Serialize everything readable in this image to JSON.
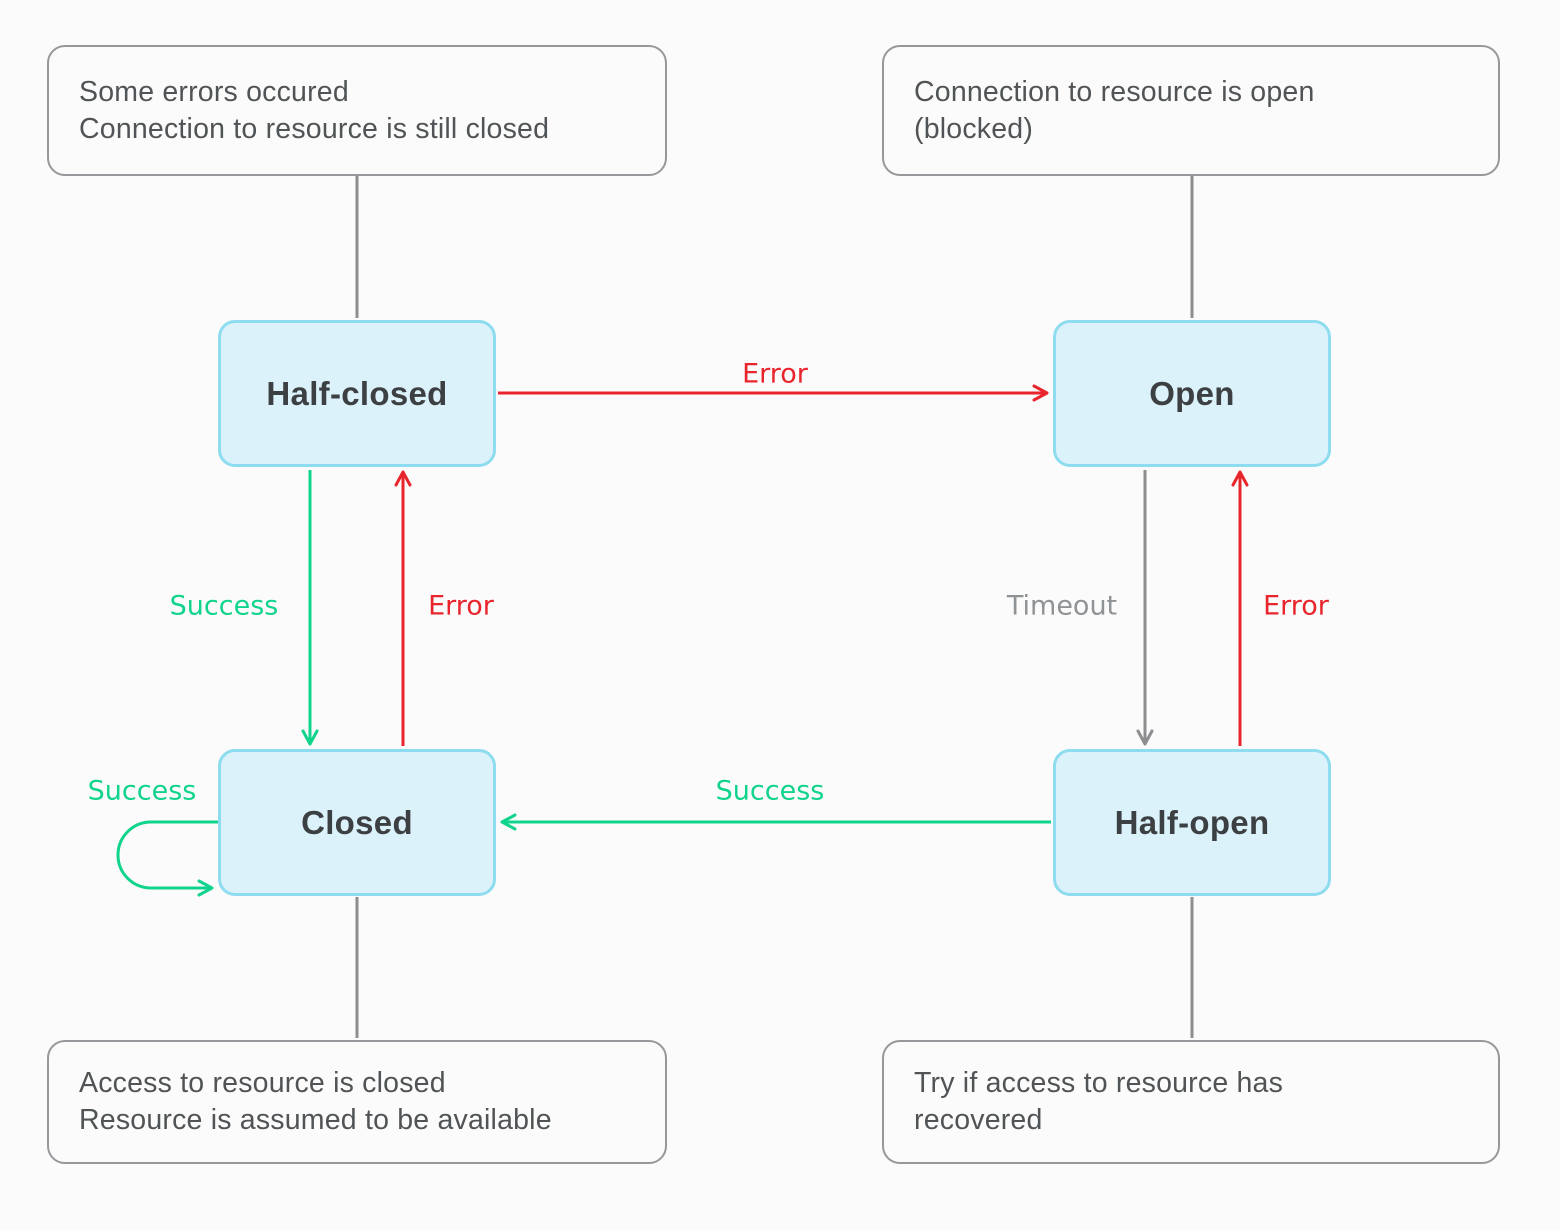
{
  "diagram": {
    "title_hint": "circuit-breaker-state-diagram",
    "colors": {
      "background": "#fbfbfb",
      "success_green": "#10d48c",
      "error_red": "#e8252c",
      "neutral_gray": "#8c8e90",
      "state_fill": "#dbf2fb",
      "state_border": "#8edcef",
      "state_text": "#3d4043",
      "note_border": "#96989b",
      "note_text": "#515456"
    },
    "notes": {
      "top_left": {
        "line1": "Some errors occured",
        "line2": "Connection to resource is still closed"
      },
      "top_right": {
        "line1": "Connection to resource is open",
        "line2": "(blocked)"
      },
      "bottom_left": {
        "line1": "Access to resource is closed",
        "line2": "Resource is assumed to be available"
      },
      "bottom_right": {
        "line1": "Try if access to resource has",
        "line2": "recovered"
      }
    },
    "states": {
      "half_closed": "Half-closed",
      "open": "Open",
      "closed": "Closed",
      "half_open": "Half-open"
    },
    "edges": {
      "half_closed_to_open": "Error",
      "half_closed_to_closed": "Success",
      "closed_to_half_closed": "Error",
      "open_to_half_open": "Timeout",
      "half_open_to_open": "Error",
      "half_open_to_closed": "Success",
      "closed_self_loop": "Success"
    }
  }
}
